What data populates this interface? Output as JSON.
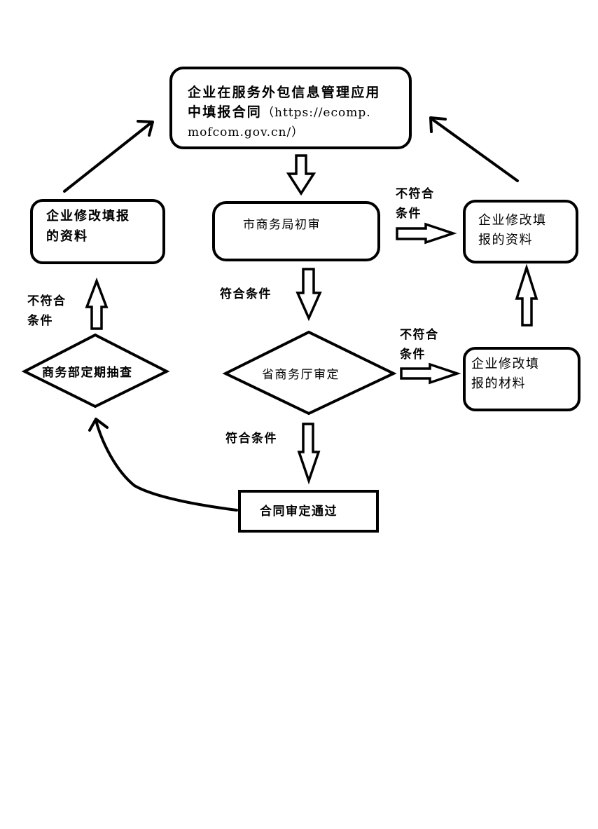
{
  "nodes": {
    "fill_contract": {
      "line1": "企业在服务外包信息管理应用",
      "line2_bold": "中填报合同",
      "line2_url": "（https://ecomp.",
      "line3_url": "mofcom.gov.cn/）"
    },
    "city_review": {
      "label": "市商务局初审"
    },
    "province_review": {
      "label": "省商务厅审定"
    },
    "contract_approved": {
      "label": "合同审定通过"
    },
    "ministry_check": {
      "label": "商务部定期抽查"
    },
    "left_modify": {
      "line1": "企业修改填报",
      "line2": "的资料"
    },
    "right_modify_info": {
      "line1": "企业修改填",
      "line2": "报的资料"
    },
    "right_modify_material": {
      "line1": "企业修改填",
      "line2": "报的材料"
    }
  },
  "edges": {
    "not_compliant": {
      "line1": "不符合",
      "line2": "条件"
    },
    "compliant": "符合条件"
  },
  "colors": {
    "stroke": "#000000",
    "background": "#ffffff"
  }
}
